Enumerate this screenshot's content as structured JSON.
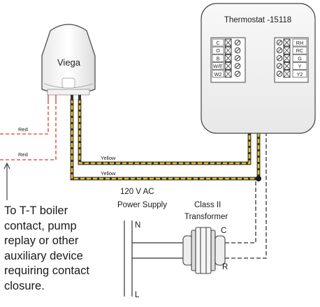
{
  "actuator": {
    "label": "Viega"
  },
  "thermostat": {
    "title": "Thermostat -15118",
    "left_terminals": [
      "C",
      "O",
      "B",
      "W/E",
      "W2"
    ],
    "right_terminals": [
      "RH",
      "RC",
      "G",
      "Y",
      "Y2"
    ]
  },
  "wires": {
    "red_upper": "Red",
    "red_lower": "Red",
    "yellow_upper": "Yellow",
    "yellow_lower": "Yellow"
  },
  "power_supply": {
    "line1": "120 V AC",
    "line2": "Power Supply",
    "n": "N",
    "l": "L"
  },
  "transformer": {
    "line1": "Class II",
    "line2": "Transformer",
    "c": "C",
    "r": "R"
  },
  "caption": {
    "lines": [
      "To T-T boiler",
      "contact, pump",
      "replay or other",
      "auxiliary device",
      "requiring contact",
      "closure."
    ]
  },
  "colors": {
    "red_wire": "#e23b2e",
    "yellow_wire": "#e8c21a",
    "outline": "#333333",
    "device_fill": "#eeeeee"
  }
}
